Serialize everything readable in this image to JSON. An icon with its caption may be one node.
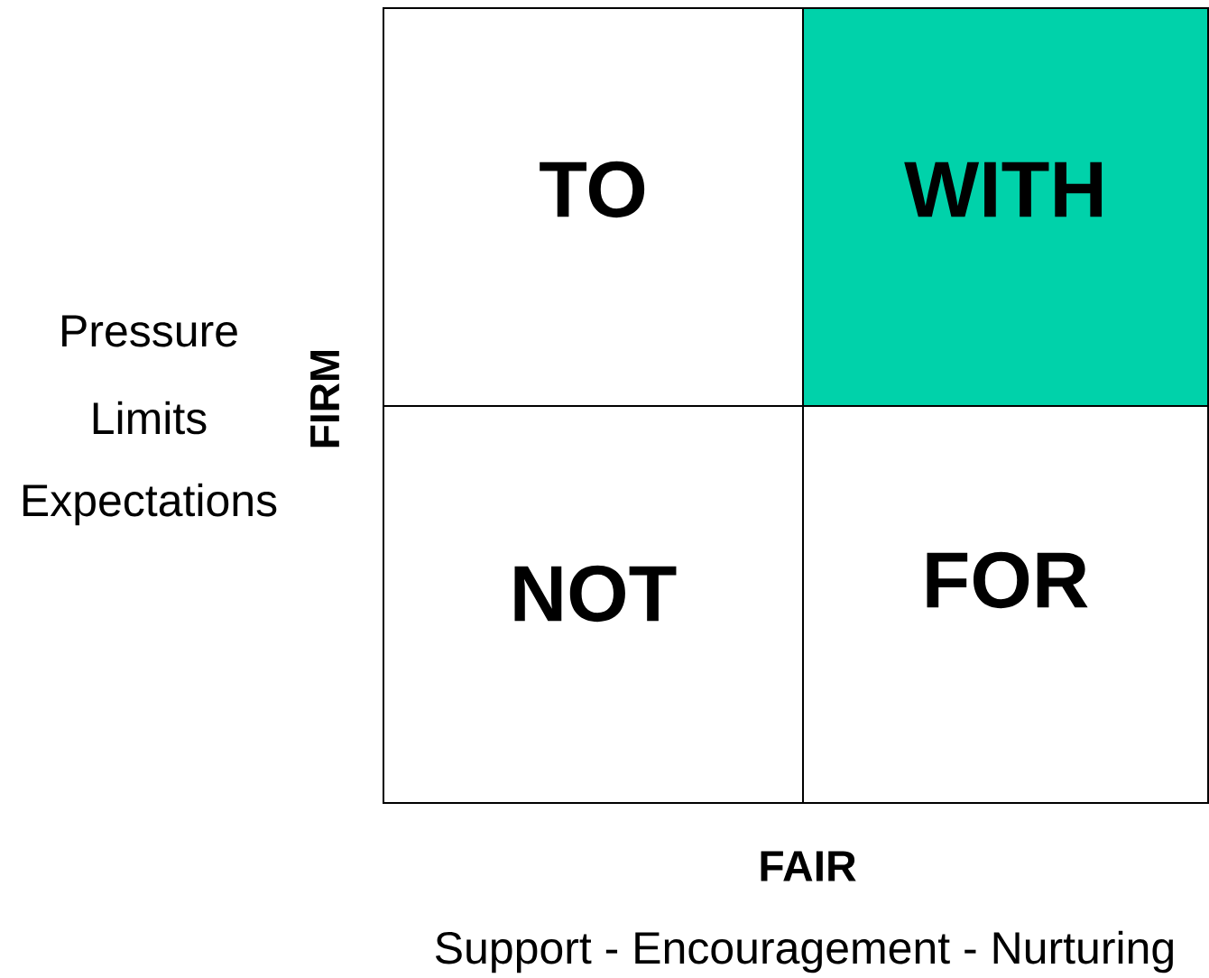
{
  "diagram": {
    "nodes": [
      {
        "text": [
          "TO"
        ]
      },
      {
        "text": [
          "WITH"
        ]
      },
      {
        "text": [
          "NOT"
        ]
      },
      {
        "text": [
          "FOR"
        ]
      }
    ],
    "labels": [
      "Pressure",
      "Limits",
      "Expectations",
      "FIRM",
      "FAIR",
      "Support - Encouragement - Nurturing"
    ]
  }
}
